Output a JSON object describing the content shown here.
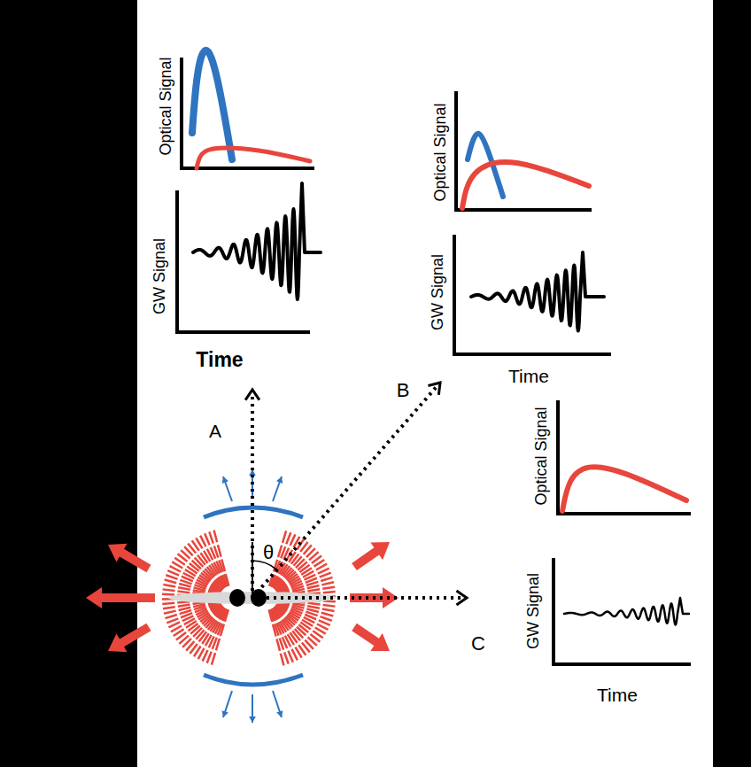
{
  "diagram": {
    "labels": [
      "Optical Signal",
      "GW Signal",
      "Time",
      "Optical Signal",
      "GW Signal",
      "Time",
      "A",
      "B",
      "θ",
      "Optical Signal",
      "GW Signal",
      "C",
      "Time"
    ]
  }
}
